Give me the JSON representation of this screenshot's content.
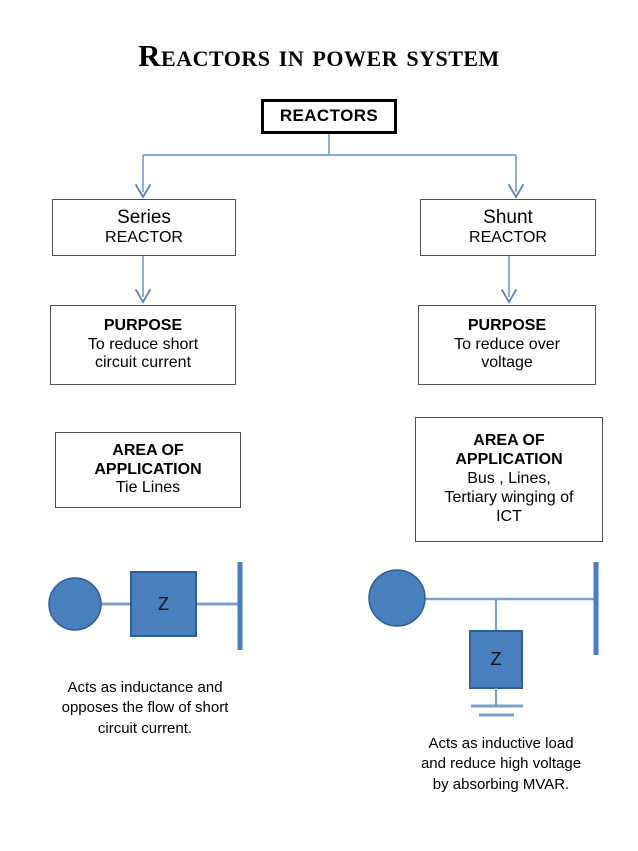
{
  "page": {
    "title": "Reactors in power system",
    "background_color": "#ffffff"
  },
  "colors": {
    "connector": "#7d9fd0",
    "circuit_fill": "#4a7fbd",
    "circuit_stroke": "#2e5f96",
    "box_border": "#4f4f4f",
    "root_border": "#000000",
    "text": "#000000"
  },
  "diagram": {
    "root": {
      "label": "REACTORS"
    },
    "branches": [
      {
        "side": "left",
        "type": {
          "line1": "Series",
          "line2": "REACTOR"
        },
        "purpose": {
          "heading": "PURPOSE",
          "line1": "To reduce short",
          "line2": "circuit current"
        },
        "area": {
          "heading_line1": "AREA OF",
          "heading_line2": "APPLICATION",
          "body": "Tie Lines"
        },
        "circuit": {
          "impedance_label": "Z",
          "has_ground": false,
          "elements": [
            "generator-circle",
            "series-impedance-block",
            "bus-bar"
          ]
        },
        "caption": "Acts as inductance and\nopposes the  flow of short\ncircuit current."
      },
      {
        "side": "right",
        "type": {
          "line1": "Shunt",
          "line2": "REACTOR"
        },
        "purpose": {
          "heading": "PURPOSE",
          "line1": "To reduce over",
          "line2": "voltage"
        },
        "area": {
          "heading_line1": "AREA OF",
          "heading_line2": "APPLICATION",
          "body_line1": "Bus , Lines,",
          "body_line2": "Tertiary winging of",
          "body_line3": "ICT"
        },
        "circuit": {
          "impedance_label": "Z",
          "has_ground": true,
          "elements": [
            "generator-circle",
            "shunt-impedance-block",
            "bus-bar",
            "ground-symbol"
          ]
        },
        "caption": "Acts as inductive load\nand reduce high voltage\nby absorbing MVAR."
      }
    ]
  }
}
